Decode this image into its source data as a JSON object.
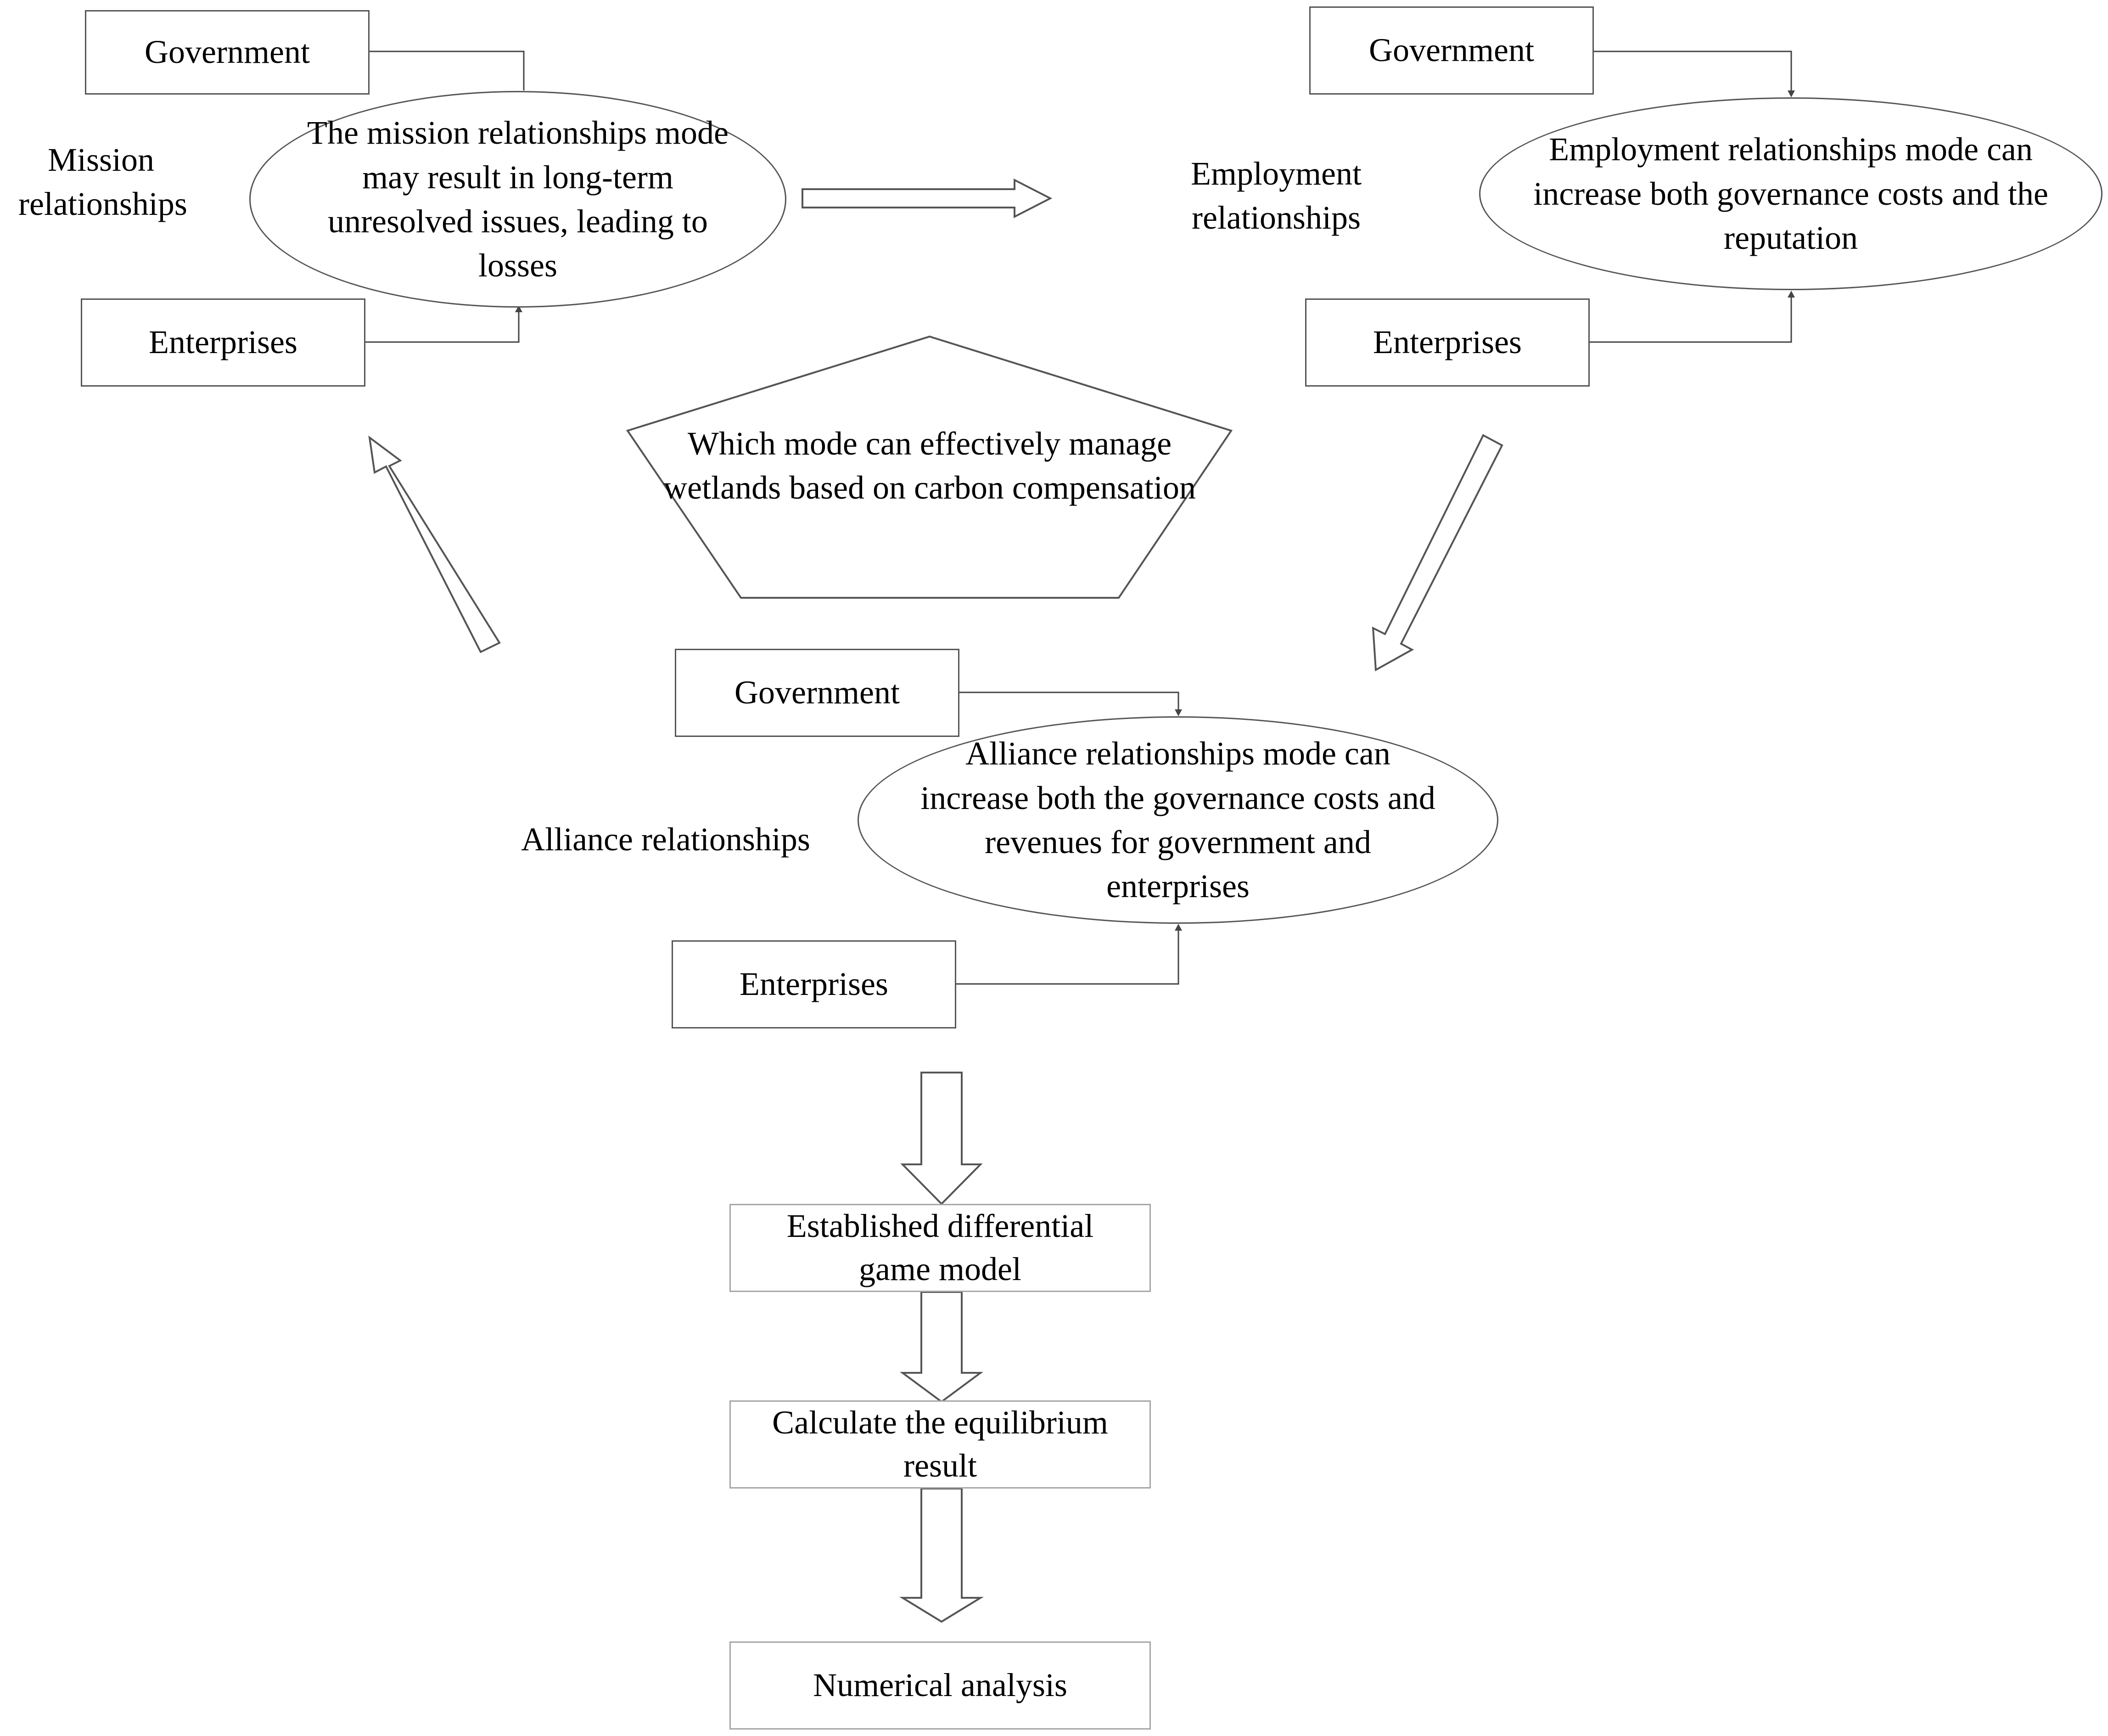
{
  "mission": {
    "label": "Mission relationships",
    "government": "Government",
    "enterprises": "Enterprises",
    "ellipse_text": "The mission relationships mode may result in long-term unresolved issues, leading to losses"
  },
  "employment": {
    "label": "Employment relationships",
    "government": "Government",
    "enterprises": "Enterprises",
    "ellipse_text": "Employment relationships mode can increase both governance costs and the reputation"
  },
  "alliance": {
    "label": "Alliance relationships",
    "government": "Government",
    "enterprises": "Enterprises",
    "ellipse_text": "Alliance relationships mode can increase both the governance costs and revenues for government and enterprises"
  },
  "center_question": "Which mode can effectively manage wetlands based on carbon compensation",
  "process": {
    "step1": "Established differential game model",
    "step2": "Calculate the equilibrium result",
    "step3": "Numerical analysis"
  }
}
